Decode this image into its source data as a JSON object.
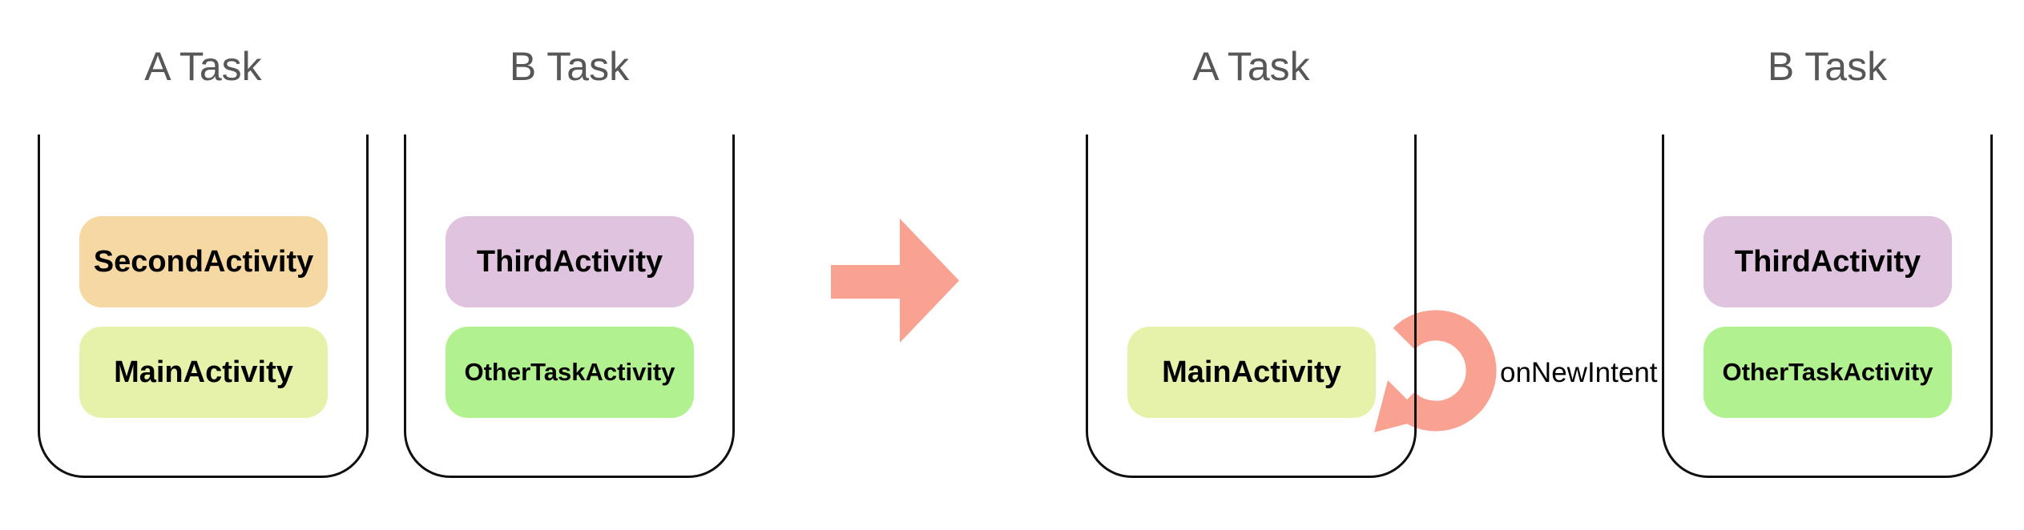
{
  "before": {
    "taskA": {
      "label": "A Task",
      "activities": [
        {
          "name": "SecondActivity",
          "color": "#F6D8A3"
        },
        {
          "name": "MainActivity",
          "color": "#E6F2A9"
        }
      ]
    },
    "taskB": {
      "label": "B Task",
      "activities": [
        {
          "name": "ThirdActivity",
          "color": "#DFC3DF"
        },
        {
          "name": "OtherTaskActivity",
          "color": "#B2F18F"
        }
      ]
    }
  },
  "after": {
    "taskA": {
      "label": "A Task",
      "activities": [
        {
          "name": "MainActivity",
          "color": "#E6F2A9"
        }
      ]
    },
    "taskB": {
      "label": "B Task",
      "activities": [
        {
          "name": "ThirdActivity",
          "color": "#DFC3DF"
        },
        {
          "name": "OtherTaskActivity",
          "color": "#B2F18F"
        }
      ]
    },
    "annotation": "onNewIntent"
  },
  "icons": {
    "transition": "right-block-arrow",
    "loop": "circular-refresh-arrow"
  },
  "colors": {
    "arrow": "#FAA291",
    "task_label_text": "#57575A",
    "container_border": "#101010",
    "activity_text": "#000000",
    "background": "#FFFFFF"
  }
}
